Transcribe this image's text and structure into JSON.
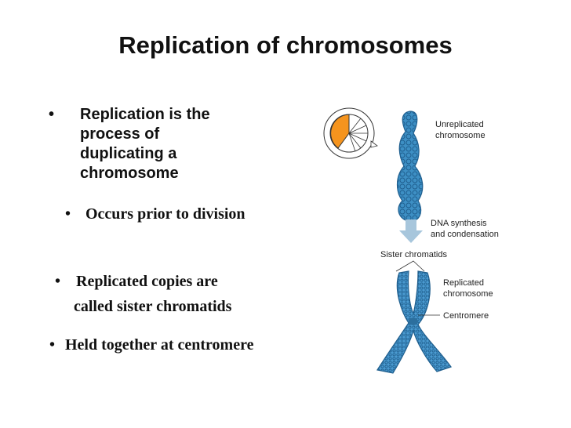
{
  "slide": {
    "title": "Replication of chromosomes",
    "bullets": [
      {
        "lines": [
          "Replication is the",
          "process of",
          "duplicating a",
          "chromosome"
        ]
      },
      {
        "lines": [
          "Occurs prior to division"
        ]
      },
      {
        "lines": [
          "Replicated copies are",
          "called sister chromatids"
        ]
      },
      {
        "lines": [
          "Held together at centromere"
        ]
      }
    ]
  },
  "figure": {
    "labels": {
      "unreplicated_1": "Unreplicated",
      "unreplicated_2": "chromosome",
      "synthesis_1": "DNA synthesis",
      "synthesis_2": "and condensation",
      "sister": "Sister chromatids",
      "replicated_1": "Replicated",
      "replicated_2": "chromosome",
      "centromere": "Centromere"
    },
    "colors": {
      "chromosome": "#3d8fc4",
      "chromosome_dark": "#1f5f8f",
      "arrow": "#a7c6dc",
      "cell_cycle_highlight": "#f5941e"
    }
  }
}
